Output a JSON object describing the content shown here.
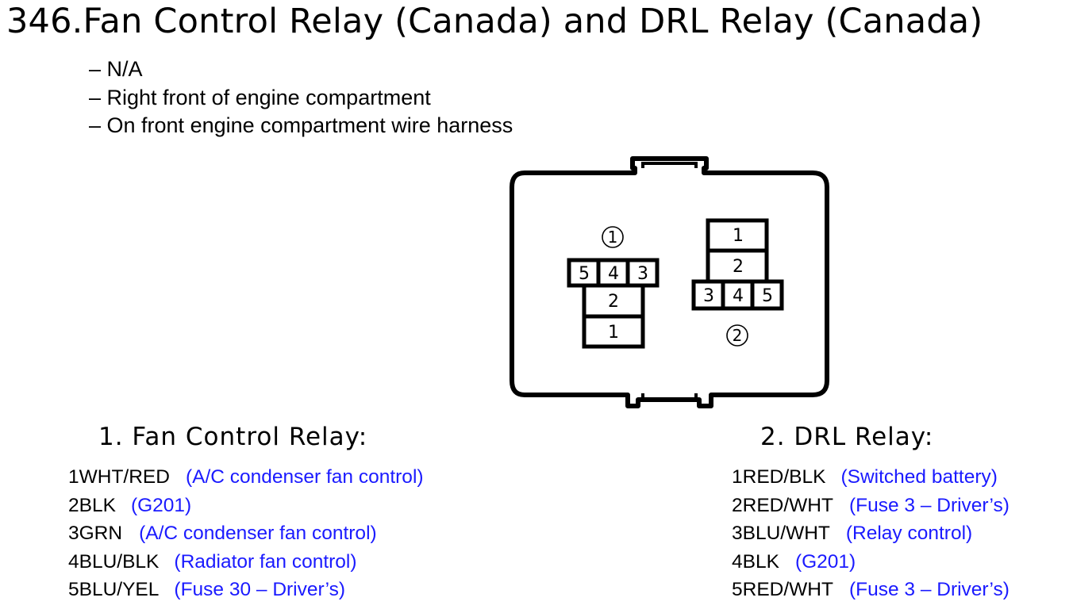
{
  "title": "346.Fan Control Relay (Canada) and DRL Relay (Canada)",
  "info": [
    "– N/A",
    "– Right front of engine compartment",
    "– On front engine compartment wire harness"
  ],
  "connector": {
    "relay1_label": "1",
    "relay2_label": "2",
    "relay1_pins": [
      "5",
      "4",
      "3",
      "2",
      "1"
    ],
    "relay2_pins": [
      "1",
      "2",
      "3",
      "4",
      "5"
    ]
  },
  "relay1": {
    "title": "1. Fan Control Relay:",
    "pins": [
      {
        "wire": "1WHT/RED",
        "desc": "(A/C condenser fan control)"
      },
      {
        "wire": "2BLK",
        "desc": "(G201)"
      },
      {
        "wire": "3GRN",
        "desc": "(A/C condenser fan control)"
      },
      {
        "wire": "4BLU/BLK",
        "desc": "(Radiator fan control)"
      },
      {
        "wire": "5BLU/YEL",
        "desc": "(Fuse 30 – Driver’s)"
      }
    ]
  },
  "relay2": {
    "title": "2. DRL Relay:",
    "pins": [
      {
        "wire": "1RED/BLK",
        "desc": "(Switched battery)"
      },
      {
        "wire": "2RED/WHT",
        "desc": "(Fuse 3 – Driver’s)"
      },
      {
        "wire": "3BLU/WHT",
        "desc": "(Relay control)"
      },
      {
        "wire": "4BLK",
        "desc": "(G201)"
      },
      {
        "wire": "5RED/WHT",
        "desc": "(Fuse 3 – Driver’s)"
      }
    ]
  },
  "colors": {
    "description": "#1a1aff",
    "line": "#000000"
  }
}
